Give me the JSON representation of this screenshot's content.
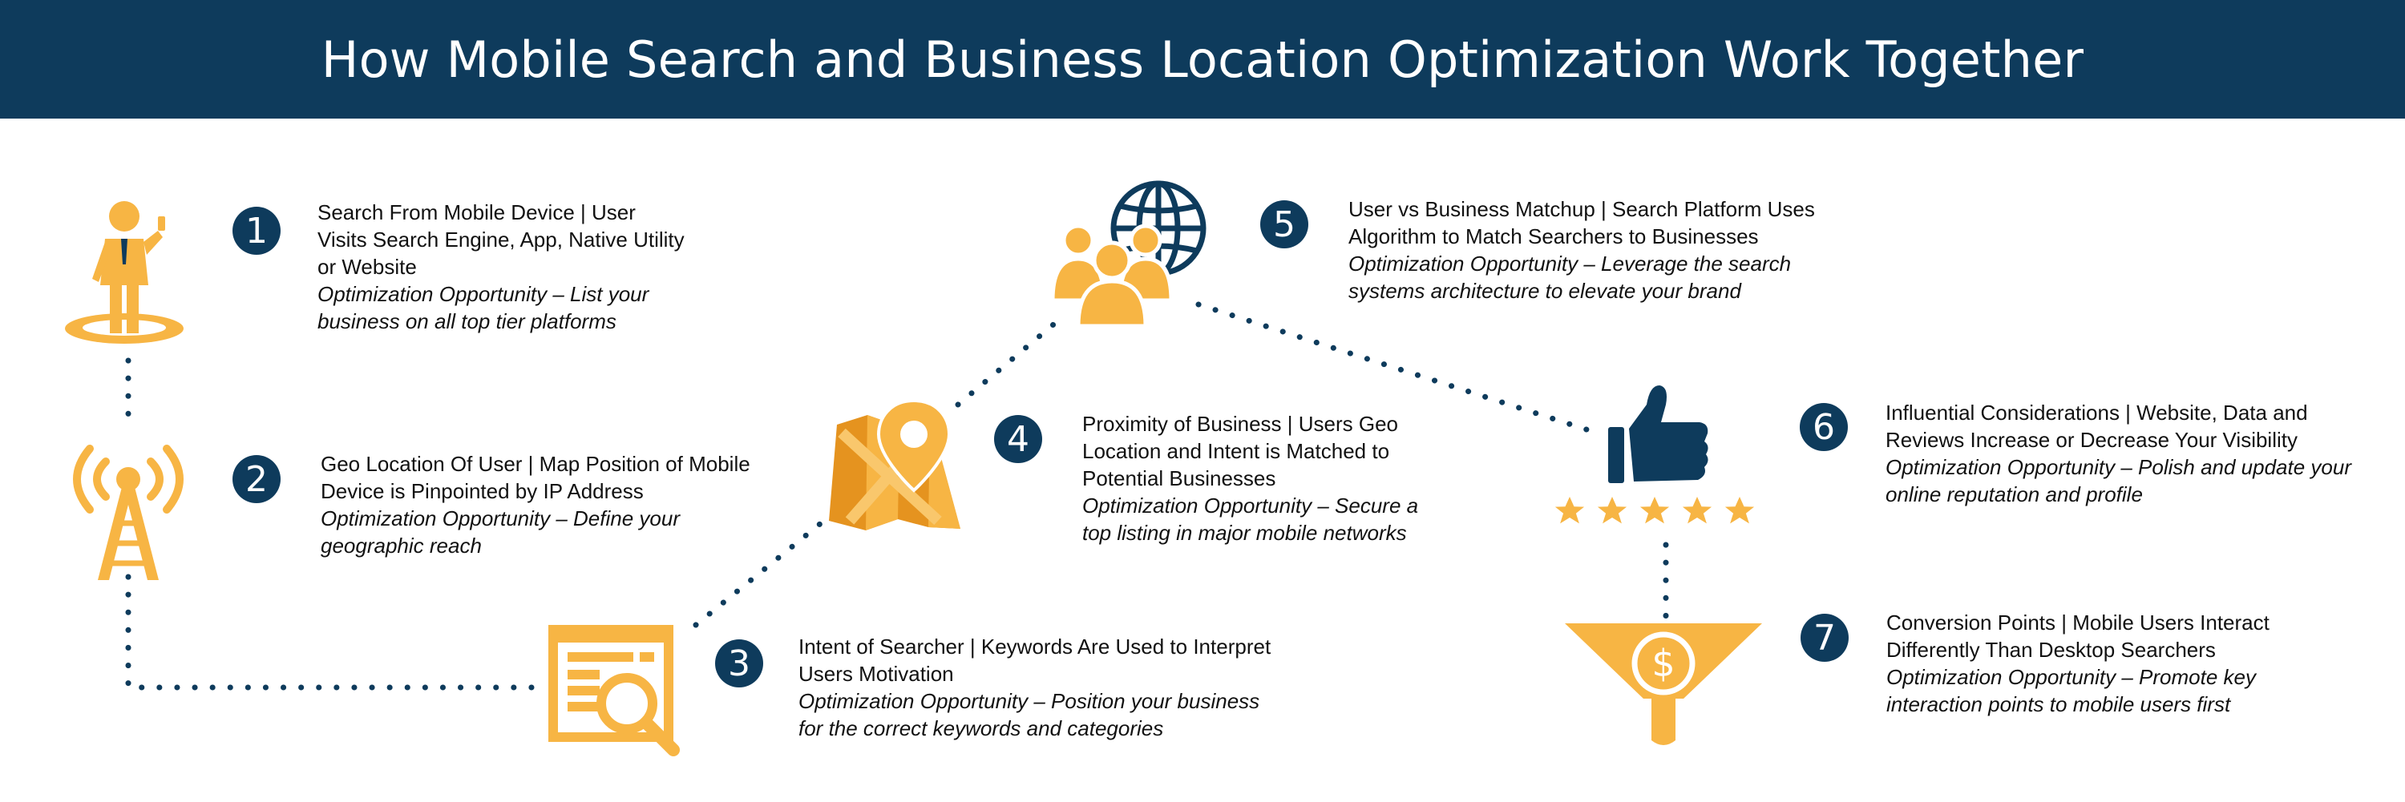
{
  "header": {
    "title": "How Mobile Search and Business Location Optimization Work Together"
  },
  "colors": {
    "navy": "#0e3b5c",
    "orange": "#f7b544",
    "dark_orange": "#e5931f"
  },
  "steps": [
    {
      "number": "1",
      "title": "Search From Mobile Device | User Visits Search Engine, App, Native Utility or Website",
      "opportunity": "Optimization Opportunity – List your business on all top tier platforms",
      "icon": "businessman-phone-icon"
    },
    {
      "number": "2",
      "title": "Geo Location Of User | Map Position of Mobile Device is Pinpointed by IP Address",
      "opportunity": "Optimization Opportunity – Define your geographic reach",
      "icon": "signal-tower-icon"
    },
    {
      "number": "3",
      "title": "Intent of Searcher | Keywords Are Used to Interpret Users Motivation",
      "opportunity": "Optimization Opportunity – Position your business for the correct keywords and categories",
      "icon": "web-search-icon"
    },
    {
      "number": "4",
      "title": "Proximity of Business | Users Geo Location and Intent is Matched to Potential Businesses",
      "opportunity": "Optimization Opportunity – Secure a top listing in major mobile networks",
      "icon": "map-pin-icon"
    },
    {
      "number": "5",
      "title": "User vs Business Matchup | Search Platform Uses Algorithm to Match Searchers to Businesses",
      "opportunity": "Optimization Opportunity – Leverage the search systems architecture to elevate your brand",
      "icon": "users-globe-icon"
    },
    {
      "number": "6",
      "title": "Influential Considerations | Website, Data and Reviews Increase or Decrease Your Visibility",
      "opportunity": "Optimization Opportunity – Polish and update your online reputation and profile",
      "icon": "thumbs-up-stars-icon"
    },
    {
      "number": "7",
      "title": "Conversion Points | Mobile Users Interact Differently Than Desktop Searchers",
      "opportunity": "Optimization Opportunity – Promote key interaction points to mobile users first",
      "icon": "dollar-funnel-icon"
    }
  ]
}
